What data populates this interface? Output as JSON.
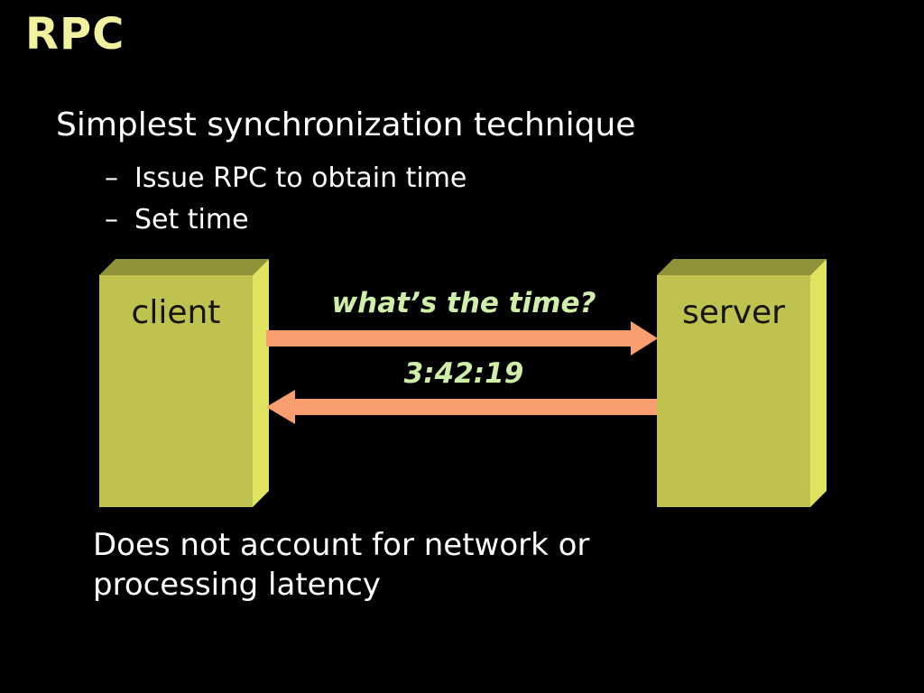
{
  "slide": {
    "title": "RPC",
    "bullet": "Simplest synchronization technique",
    "dash": "–",
    "sub_bullets": [
      "Issue RPC to obtain time",
      "Set time"
    ],
    "footer_line1": "Does not account for network or",
    "footer_line2": "processing latency"
  },
  "diagram": {
    "client_label": "client",
    "server_label": "server",
    "request_label": "what’s the time?",
    "response_label": "3:42:19"
  },
  "colors": {
    "background": "#000000",
    "title_text": "#F1F1A0",
    "body_text": "#FFFFFF",
    "box_front": "#BFC24F",
    "box_top": "#8F9238",
    "box_side": "#E0E35F",
    "arrow": "#F89E6F",
    "message_text": "#CFEFA8"
  }
}
